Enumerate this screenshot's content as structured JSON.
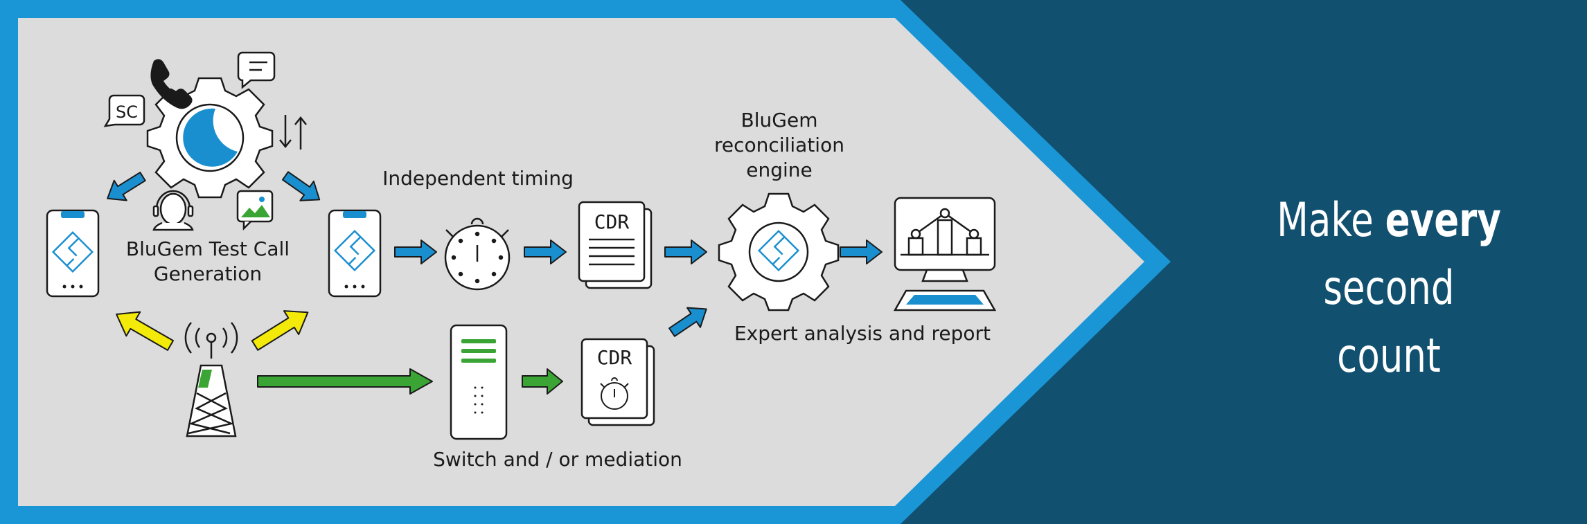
{
  "diagram": {
    "labels": {
      "test_call_generation": [
        "BluGem Test Call",
        "Generation"
      ],
      "independent_timing": "Independent timing",
      "reconciliation_engine": [
        "BluGem",
        "reconciliation",
        "engine"
      ],
      "expert_analysis": "Expert analysis and report",
      "switch_mediation": "Switch and / or mediation",
      "cdr_top": "CDR",
      "cdr_bottom": "CDR",
      "sms_icon_text": "SC"
    },
    "headline": {
      "before": "Make ",
      "emphasis": "every",
      "after": " second",
      "line2": "count"
    },
    "colors": {
      "background_dark": "#11506f",
      "frame_blue": "#1a96d6",
      "panel_gray": "#dcdcdc",
      "arrow_blue": "#1a8fd0",
      "arrow_yellow": "#f3ea0a",
      "arrow_green": "#3aa535",
      "server_green": "#3aa535"
    },
    "icons": [
      "gear-icon",
      "phone-icon",
      "chat-icon",
      "sms-icon",
      "data-transfer-icon",
      "headset-agent-icon",
      "image-message-icon",
      "smartphone-icon",
      "stopwatch-icon",
      "cdr-document-icon",
      "server-icon",
      "cell-tower-icon",
      "monitor-chart-icon"
    ]
  }
}
